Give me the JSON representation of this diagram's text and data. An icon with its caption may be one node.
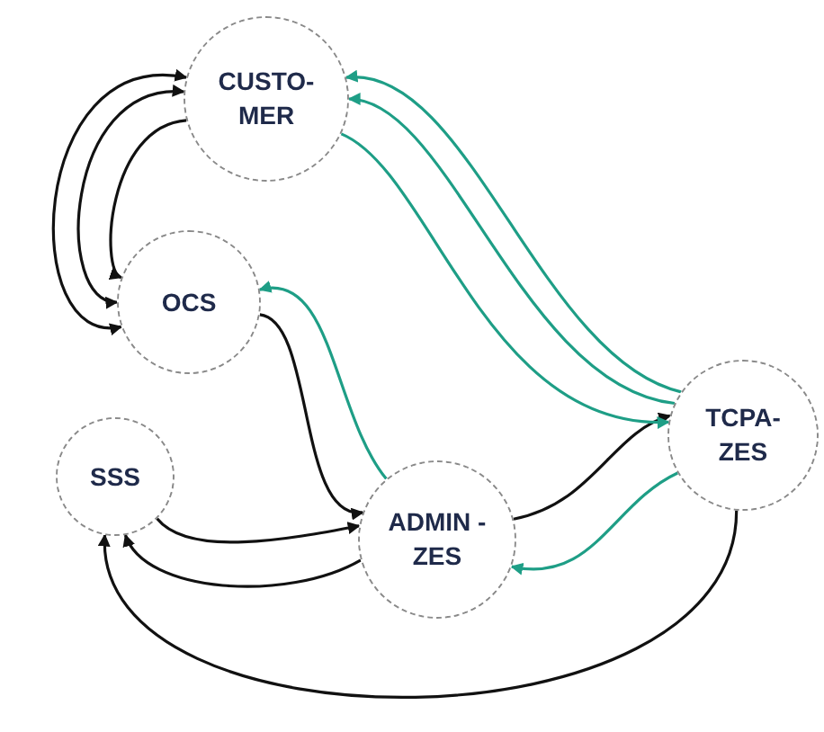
{
  "diagram": {
    "nodes": [
      {
        "text": [
          "CUSTO-MER"
        ]
      },
      {
        "text": [
          "OCS"
        ]
      },
      {
        "text": [
          "SSS"
        ]
      },
      {
        "text": [
          "ADMIN - ZES"
        ]
      },
      {
        "text": [
          "TCPA-ZES"
        ]
      }
    ],
    "edges": [
      {
        "from": 0,
        "to": 1,
        "arrow": "both"
      },
      {
        "from": 0,
        "to": 1,
        "arrow": "both"
      },
      {
        "from": 0,
        "to": 1,
        "arrow": "to"
      },
      {
        "from": 1,
        "to": 3,
        "arrow": "to"
      },
      {
        "from": 3,
        "to": 1,
        "arrow": "to",
        "color": "#1e9e86"
      },
      {
        "from": 2,
        "to": 3,
        "arrow": "to"
      },
      {
        "from": 3,
        "to": 2,
        "arrow": "to"
      },
      {
        "from": 3,
        "to": 4,
        "arrow": "to"
      },
      {
        "from": 4,
        "to": 3,
        "arrow": "to",
        "color": "#1e9e86"
      },
      {
        "from": 4,
        "to": 2,
        "arrow": "to"
      },
      {
        "from": 4,
        "to": 0,
        "arrow": "to",
        "color": "#1e9e86"
      },
      {
        "from": 4,
        "to": 0,
        "arrow": "to",
        "color": "#1e9e86"
      },
      {
        "from": 0,
        "to": 4,
        "arrow": "to",
        "color": "#1e9e86"
      }
    ]
  }
}
